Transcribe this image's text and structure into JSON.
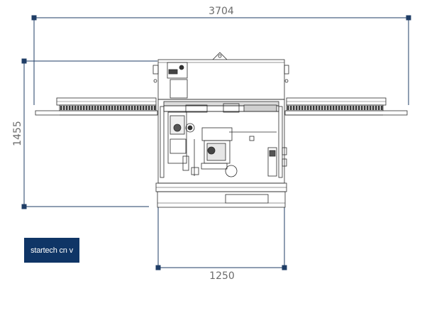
{
  "dimensions": {
    "overall_width": "3704",
    "overall_height": "1455",
    "base_width": "1250"
  },
  "label": {
    "model_name": "startech cn v"
  },
  "colors": {
    "dimension_line": "#1f3d66",
    "drawing_line": "#2b2b2b",
    "label_background": "#0f3566",
    "label_text": "#ffffff",
    "dimension_text": "#6b6b6b"
  }
}
